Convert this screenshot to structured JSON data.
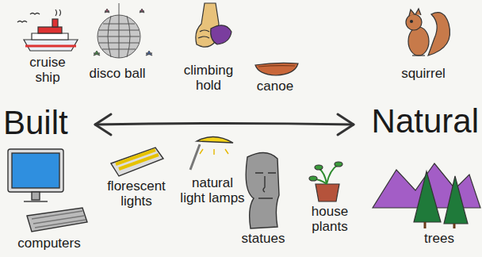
{
  "diagram": {
    "labels": [
      "cruise ship",
      "disco ball",
      "climbing hold",
      "canoe",
      "squirrel",
      "Built",
      "Natural",
      "computers",
      "florescent lights",
      "natural light lamps",
      "statues",
      "house plants",
      "trees"
    ]
  }
}
